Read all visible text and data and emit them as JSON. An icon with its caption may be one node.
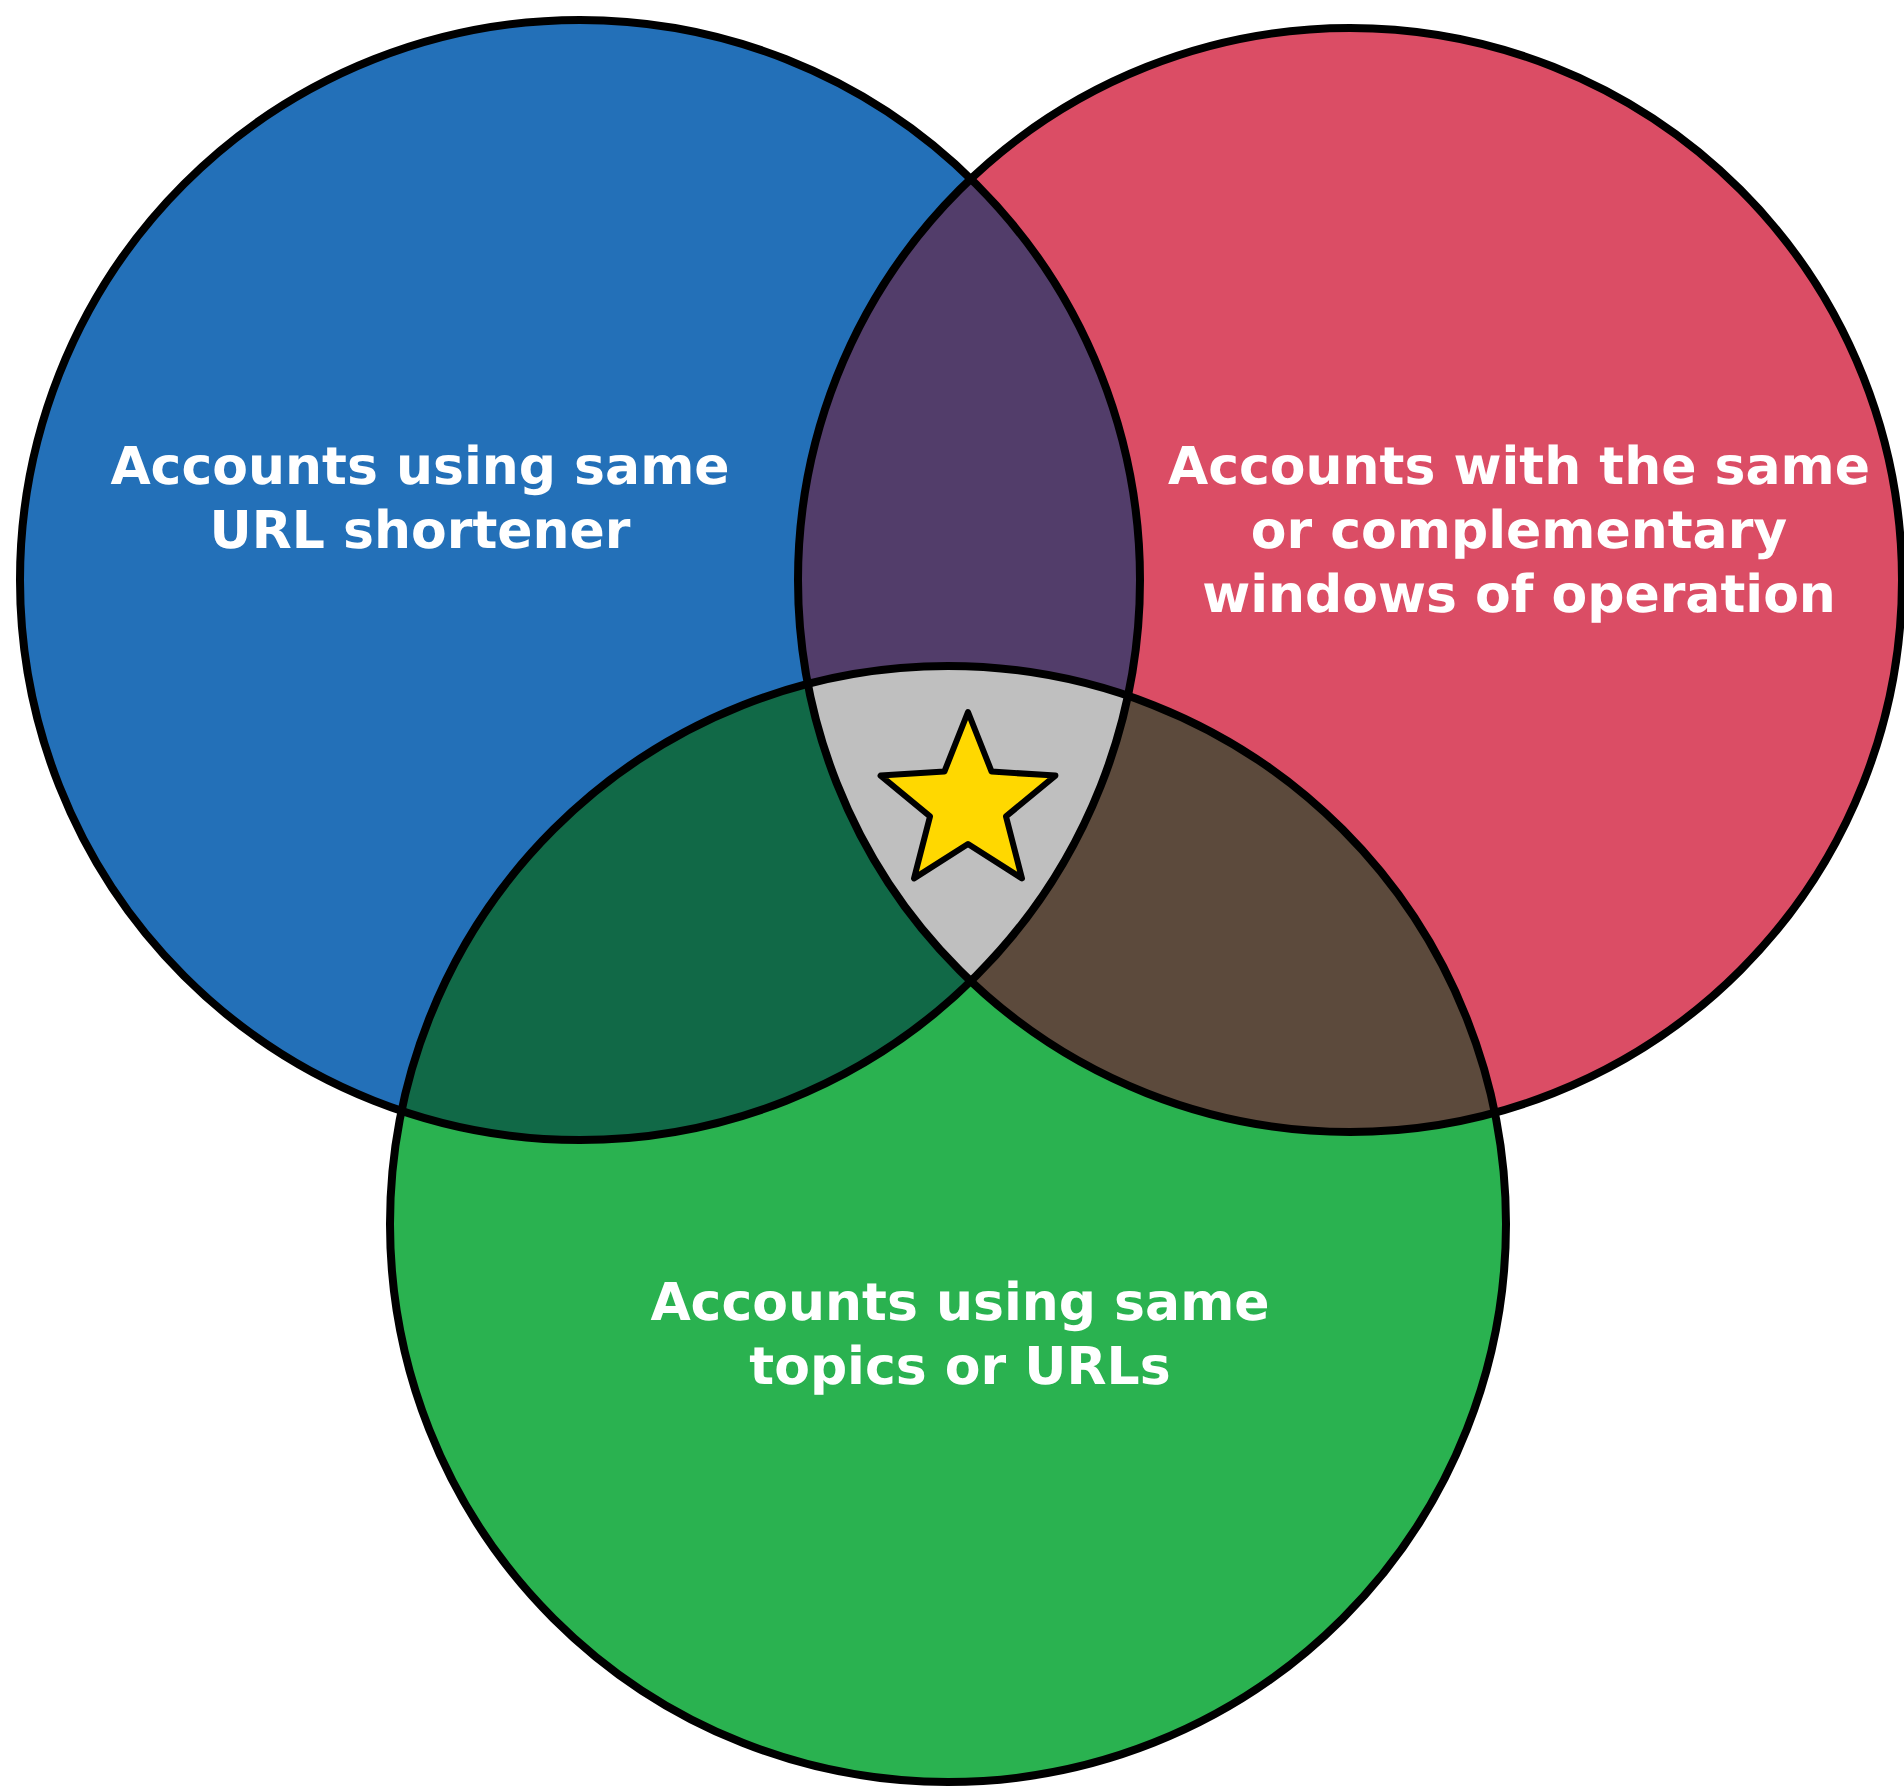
{
  "diagram": {
    "nodes": [
      {
        "text": [
          "Accounts using same URL shortener"
        ]
      },
      {
        "text": [
          "Accounts with the same or complementary windows of operation"
        ]
      },
      {
        "text": [
          "Accounts using same topics or URLs"
        ]
      }
    ]
  }
}
